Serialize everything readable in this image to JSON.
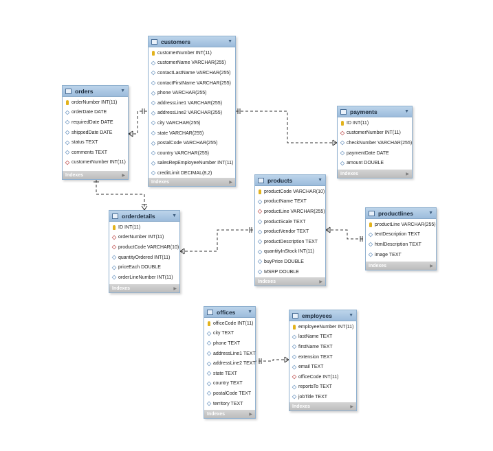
{
  "tables": {
    "customers": {
      "title": "customers",
      "footer": "Indexes",
      "columns": [
        {
          "text": "customerNumber INT(11)",
          "key": "pk"
        },
        {
          "text": "customerName VARCHAR(255)",
          "key": "col"
        },
        {
          "text": "contactLastName VARCHAR(255)",
          "key": "col"
        },
        {
          "text": "contactFirstName VARCHAR(255)",
          "key": "col"
        },
        {
          "text": "phone VARCHAR(255)",
          "key": "col"
        },
        {
          "text": "addressLine1 VARCHAR(255)",
          "key": "col"
        },
        {
          "text": "addressLine2 VARCHAR(255)",
          "key": "col"
        },
        {
          "text": "city VARCHAR(255)",
          "key": "col"
        },
        {
          "text": "state VARCHAR(255)",
          "key": "col"
        },
        {
          "text": "postalCode VARCHAR(255)",
          "key": "col"
        },
        {
          "text": "country VARCHAR(255)",
          "key": "col"
        },
        {
          "text": "salesRepEmployeeNumber INT(11)",
          "key": "col"
        },
        {
          "text": "creditLimit DECIMAL(8,2)",
          "key": "col"
        }
      ]
    },
    "orders": {
      "title": "orders",
      "footer": "Indexes",
      "columns": [
        {
          "text": "orderNumber INT(11)",
          "key": "pk"
        },
        {
          "text": "orderDate DATE",
          "key": "col"
        },
        {
          "text": "requiredDate DATE",
          "key": "col"
        },
        {
          "text": "shippedDate DATE",
          "key": "col"
        },
        {
          "text": "status TEXT",
          "key": "col"
        },
        {
          "text": "comments TEXT",
          "key": "col"
        },
        {
          "text": "customerNumber INT(11)",
          "key": "fk"
        }
      ]
    },
    "payments": {
      "title": "payments",
      "footer": "Indexes",
      "columns": [
        {
          "text": "ID INT(11)",
          "key": "pk"
        },
        {
          "text": "customerNumber INT(11)",
          "key": "fk"
        },
        {
          "text": "checkNumber VARCHAR(255)",
          "key": "col"
        },
        {
          "text": "paymentDate DATE",
          "key": "col"
        },
        {
          "text": "amount DOUBLE",
          "key": "col"
        }
      ]
    },
    "products": {
      "title": "products",
      "footer": "Indexes",
      "columns": [
        {
          "text": "productCode VARCHAR(10)",
          "key": "pk"
        },
        {
          "text": "productName TEXT",
          "key": "col"
        },
        {
          "text": "productLine VARCHAR(255)",
          "key": "fk"
        },
        {
          "text": "productScale TEXT",
          "key": "col"
        },
        {
          "text": "productVendor TEXT",
          "key": "col"
        },
        {
          "text": "productDescription TEXT",
          "key": "col"
        },
        {
          "text": "quantityInStock INT(11)",
          "key": "col"
        },
        {
          "text": "buyPrice DOUBLE",
          "key": "col"
        },
        {
          "text": "MSRP DOUBLE",
          "key": "col"
        }
      ]
    },
    "productlines": {
      "title": "productlines",
      "footer": "Indexes",
      "columns": [
        {
          "text": "productLine VARCHAR(255)",
          "key": "pk"
        },
        {
          "text": "textDescription TEXT",
          "key": "col"
        },
        {
          "text": "htmlDescription TEXT",
          "key": "col"
        },
        {
          "text": "image TEXT",
          "key": "col"
        }
      ]
    },
    "orderdetails": {
      "title": "orderdetails",
      "footer": "Indexes",
      "columns": [
        {
          "text": "ID INT(11)",
          "key": "pk"
        },
        {
          "text": "orderNumber INT(11)",
          "key": "fk"
        },
        {
          "text": "productCode VARCHAR(10)",
          "key": "fk"
        },
        {
          "text": "quantityOrdered INT(11)",
          "key": "col"
        },
        {
          "text": "priceEach DOUBLE",
          "key": "col"
        },
        {
          "text": "orderLineNumber INT(11)",
          "key": "col"
        }
      ]
    },
    "offices": {
      "title": "offices",
      "footer": "Indexes",
      "columns": [
        {
          "text": "officeCode INT(11)",
          "key": "pk"
        },
        {
          "text": "city TEXT",
          "key": "col"
        },
        {
          "text": "phone TEXT",
          "key": "col"
        },
        {
          "text": "addressLine1 TEXT",
          "key": "col"
        },
        {
          "text": "addressLine2 TEXT",
          "key": "col"
        },
        {
          "text": "state TEXT",
          "key": "col"
        },
        {
          "text": "country TEXT",
          "key": "col"
        },
        {
          "text": "postalCode TEXT",
          "key": "col"
        },
        {
          "text": "territory TEXT",
          "key": "col"
        }
      ]
    },
    "employees": {
      "title": "employees",
      "footer": "Indexes",
      "columns": [
        {
          "text": "employeeNumber INT(11)",
          "key": "pk"
        },
        {
          "text": "lastName TEXT",
          "key": "col"
        },
        {
          "text": "firstName TEXT",
          "key": "col"
        },
        {
          "text": "extension TEXT",
          "key": "col"
        },
        {
          "text": "email TEXT",
          "key": "col"
        },
        {
          "text": "officeCode INT(11)",
          "key": "fk"
        },
        {
          "text": "reportsTo TEXT",
          "key": "col"
        },
        {
          "text": "jobTitle TEXT",
          "key": "col"
        }
      ]
    }
  },
  "relationships": [
    {
      "from": "orders",
      "to": "customers"
    },
    {
      "from": "payments",
      "to": "customers"
    },
    {
      "from": "orderdetails",
      "to": "orders"
    },
    {
      "from": "orderdetails",
      "to": "products"
    },
    {
      "from": "products",
      "to": "productlines"
    },
    {
      "from": "employees",
      "to": "offices"
    }
  ],
  "colors": {
    "header": "#a8c4e0",
    "line": "#333333",
    "pk_icon": "#e2b21c",
    "fk_icon": "#c46060"
  }
}
